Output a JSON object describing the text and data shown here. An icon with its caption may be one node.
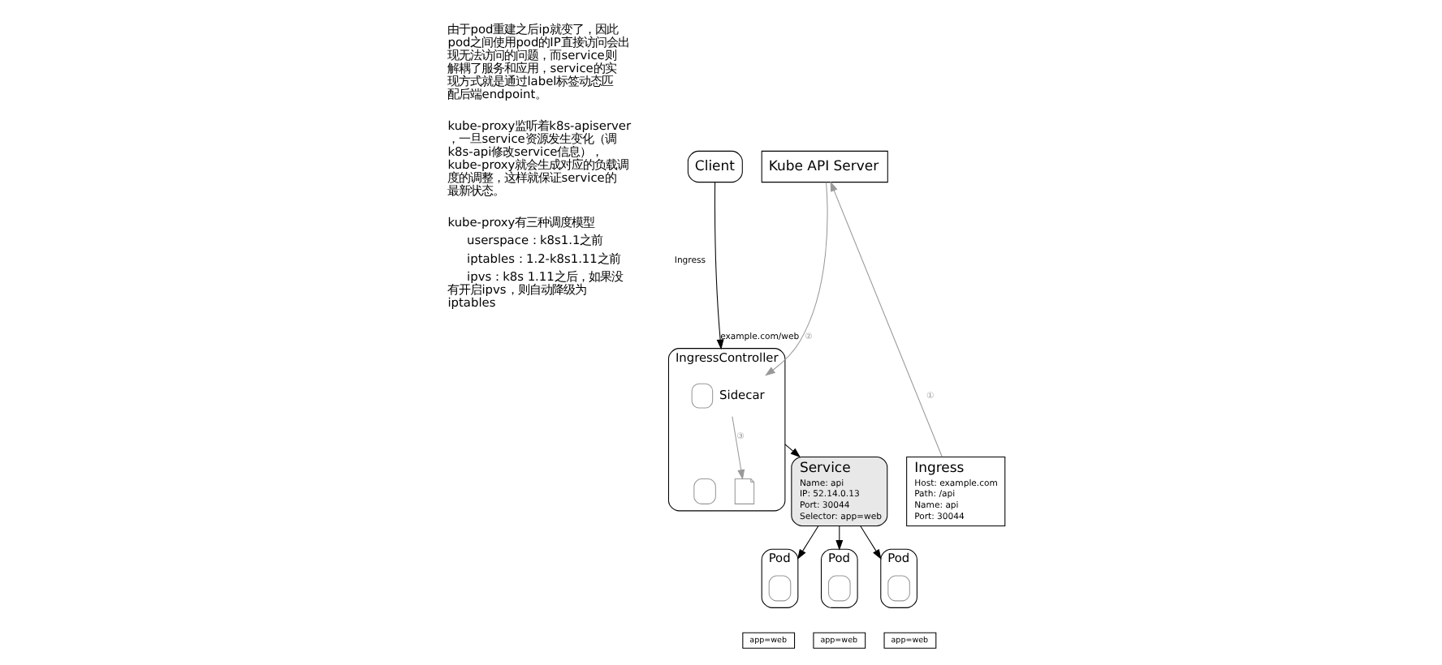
{
  "diagram": {
    "nodes": [
      {
        "text": [
          "Client"
        ]
      },
      {
        "text": [
          "IngressController"
        ]
      },
      {
        "text": [],
        "shape": "box",
        "in": 1,
        "beside": [
          "Sidecar"
        ]
      },
      {
        "text": [],
        "shape": "document",
        "in": 1
      },
      {
        "text": [],
        "shape": "box",
        "in": 1
      },
      {
        "text": [
          "Kube API Server"
        ]
      },
      {
        "text": [
          "Service",
          "Name: api",
          "IP: 52.14.0.13",
          "Port: 30044",
          "Selector: app=web"
        ]
      },
      {
        "text": [
          "Ingress",
          "Host: example.com",
          "Path: /api",
          "Name: api",
          "Port: 30044"
        ]
      },
      {
        "text": [
          "Pod"
        ]
      },
      {
        "text": [],
        "shape": "box",
        "in": 8
      },
      {
        "text": [
          "app=web"
        ]
      },
      {
        "text": [
          "Pod"
        ]
      },
      {
        "text": [],
        "shape": "box",
        "in": 11
      },
      {
        "text": [
          "app=web"
        ]
      },
      {
        "text": [
          "Pod"
        ]
      },
      {
        "text": [],
        "shape": "box",
        "in": 14
      },
      {
        "text": [
          "app=web"
        ]
      }
    ],
    "edges": [
      {
        "from": 0,
        "to": 1,
        "arrow": "to",
        "label": "example.com/web"
      },
      {
        "from": 7,
        "to": 5,
        "arrow": "to",
        "label": "①",
        "color": "#999999"
      },
      {
        "from": 5,
        "to": 2,
        "arrow": "to",
        "label": "②",
        "color": "#999999"
      },
      {
        "from": 2,
        "to": 3,
        "arrow": "to",
        "label": "③",
        "color": "#999999"
      },
      {
        "from": 1,
        "to": 6,
        "arrow": "to"
      },
      {
        "from": 6,
        "to": 8,
        "arrow": "to"
      },
      {
        "from": 6,
        "to": 11,
        "arrow": "to"
      },
      {
        "from": 6,
        "to": 14,
        "arrow": "to"
      }
    ],
    "labels": [
      "由于pod重建之后ip就变了，因此pod之间使用pod的IP直接访问会出现无法访问的问题，而service则解耦了服务和应用，service的实现方式就是通过label标签动态匹配后端endpoint。",
      "kube-proxy监听着k8s-apiserver，一旦service资源发生变化（调k8s-api修改service信息），kube-proxy就会生成对应的负载调度的调整，这样就保证service的最新状态。",
      "kube-proxy有三种调度模型",
      "userspace：k8s1.1之前",
      "iptables：1.2-k8s1.11之前",
      "ipvs：k8s 1.11之后，如果没有开启ipvs，则自动降级为iptables",
      "Ingress"
    ]
  }
}
